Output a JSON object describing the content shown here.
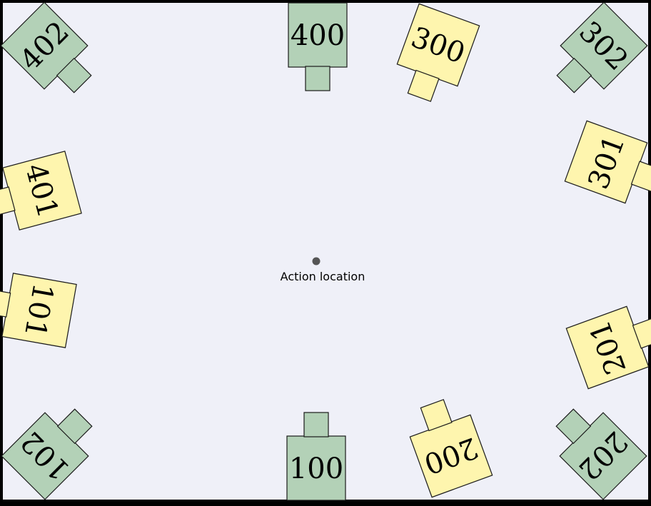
{
  "colors": {
    "background": "#eff0f8",
    "frame": "#000000",
    "green": "#b3d1b7",
    "yellow": "#fef5ae",
    "stroke": "#1a1a1a",
    "marker": "#555555"
  },
  "action": {
    "label": "Action location"
  },
  "devices": [
    {
      "id": "d400",
      "label": "400",
      "color": "green"
    },
    {
      "id": "d300",
      "label": "300",
      "color": "yellow"
    },
    {
      "id": "d402",
      "label": "402",
      "color": "green"
    },
    {
      "id": "d302",
      "label": "302",
      "color": "green"
    },
    {
      "id": "d401",
      "label": "401",
      "color": "yellow"
    },
    {
      "id": "d301",
      "label": "301",
      "color": "yellow"
    },
    {
      "id": "d101",
      "label": "101",
      "color": "yellow"
    },
    {
      "id": "d201",
      "label": "201",
      "color": "yellow"
    },
    {
      "id": "d102",
      "label": "102",
      "color": "green"
    },
    {
      "id": "d100",
      "label": "100",
      "color": "green"
    },
    {
      "id": "d200",
      "label": "200",
      "color": "yellow"
    },
    {
      "id": "d202",
      "label": "202",
      "color": "green"
    }
  ]
}
